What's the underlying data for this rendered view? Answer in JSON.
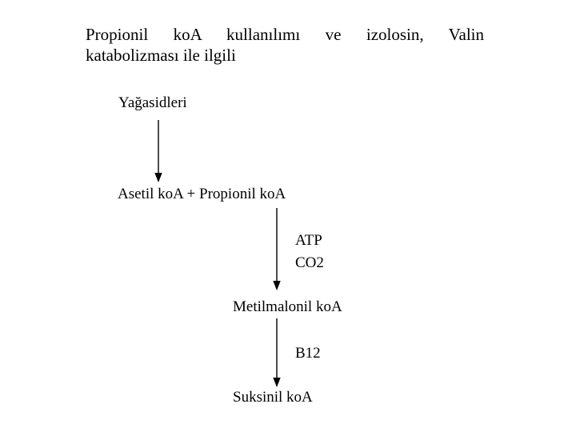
{
  "slide": {
    "background_color": "#ffffff",
    "text_color": "#000000",
    "title": {
      "line1": "Propionil koA kullanılımı ve izolosin, Valin",
      "line2": "katabolizması ile ilgili",
      "full": "Propionil koA kullanılımı ve izolosin, Valin katabolizması ile ilgili"
    }
  },
  "diagram": {
    "type": "flowchart",
    "orientation": "vertical",
    "nodes": [
      {
        "id": "yagasidleri",
        "label": "Yağasidleri"
      },
      {
        "id": "asetil",
        "label": "Asetil koA + Propionil koA"
      },
      {
        "id": "metilmalonil",
        "label": "Metilmalonil koA"
      },
      {
        "id": "suksinil",
        "label": "Suksinil koA"
      }
    ],
    "edges": [
      {
        "id": "edge-1",
        "from": "yagasidleri",
        "to": "asetil",
        "labels": []
      },
      {
        "id": "edge-2",
        "from": "asetil",
        "to": "metilmalonil",
        "labels": [
          "ATP",
          "CO2"
        ]
      },
      {
        "id": "edge-3",
        "from": "metilmalonil",
        "to": "suksinil",
        "labels": [
          "B12"
        ]
      }
    ],
    "edge_labels": {
      "atp": "ATP",
      "co2": "CO2",
      "b12": "B12"
    },
    "arrow_color": "#000000"
  }
}
